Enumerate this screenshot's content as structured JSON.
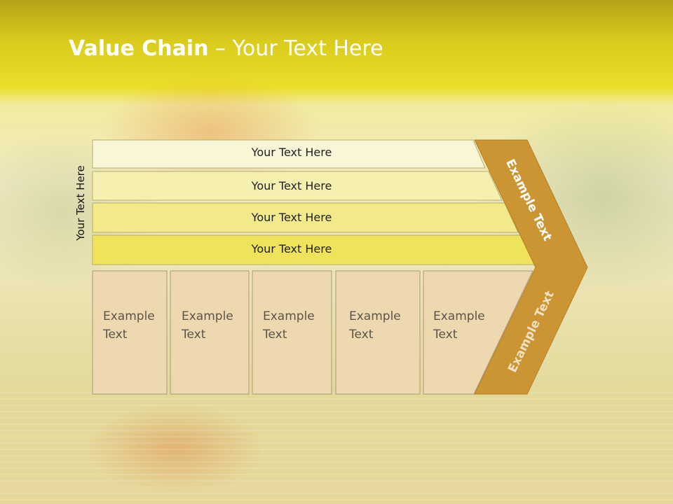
{
  "slide": {
    "title_bold": "Value Chain",
    "title_rest": " – Your Text Here",
    "side_label": "Your Text Here",
    "bars": [
      {
        "label": "Your Text Here",
        "fill": "#f8f6d6"
      },
      {
        "label": "Your Text Here",
        "fill": "#f6f0b0"
      },
      {
        "label": "Your Text Here",
        "fill": "#f1e98a"
      },
      {
        "label": "Your Text Here",
        "fill": "#efe35c"
      }
    ],
    "boxes": [
      {
        "line1": "Example",
        "line2": "Text"
      },
      {
        "line1": "Example",
        "line2": "Text"
      },
      {
        "line1": "Example",
        "line2": "Text"
      },
      {
        "line1": "Example",
        "line2": "Text"
      },
      {
        "line1": "Example",
        "line2": "Text"
      }
    ],
    "arrow_upper_label": "Example Text",
    "arrow_lower_label": "Example Text"
  },
  "colors": {
    "box_fill": "#edd8b0",
    "arrow_fill": "#cc9533",
    "title_color": "#ffffff"
  }
}
